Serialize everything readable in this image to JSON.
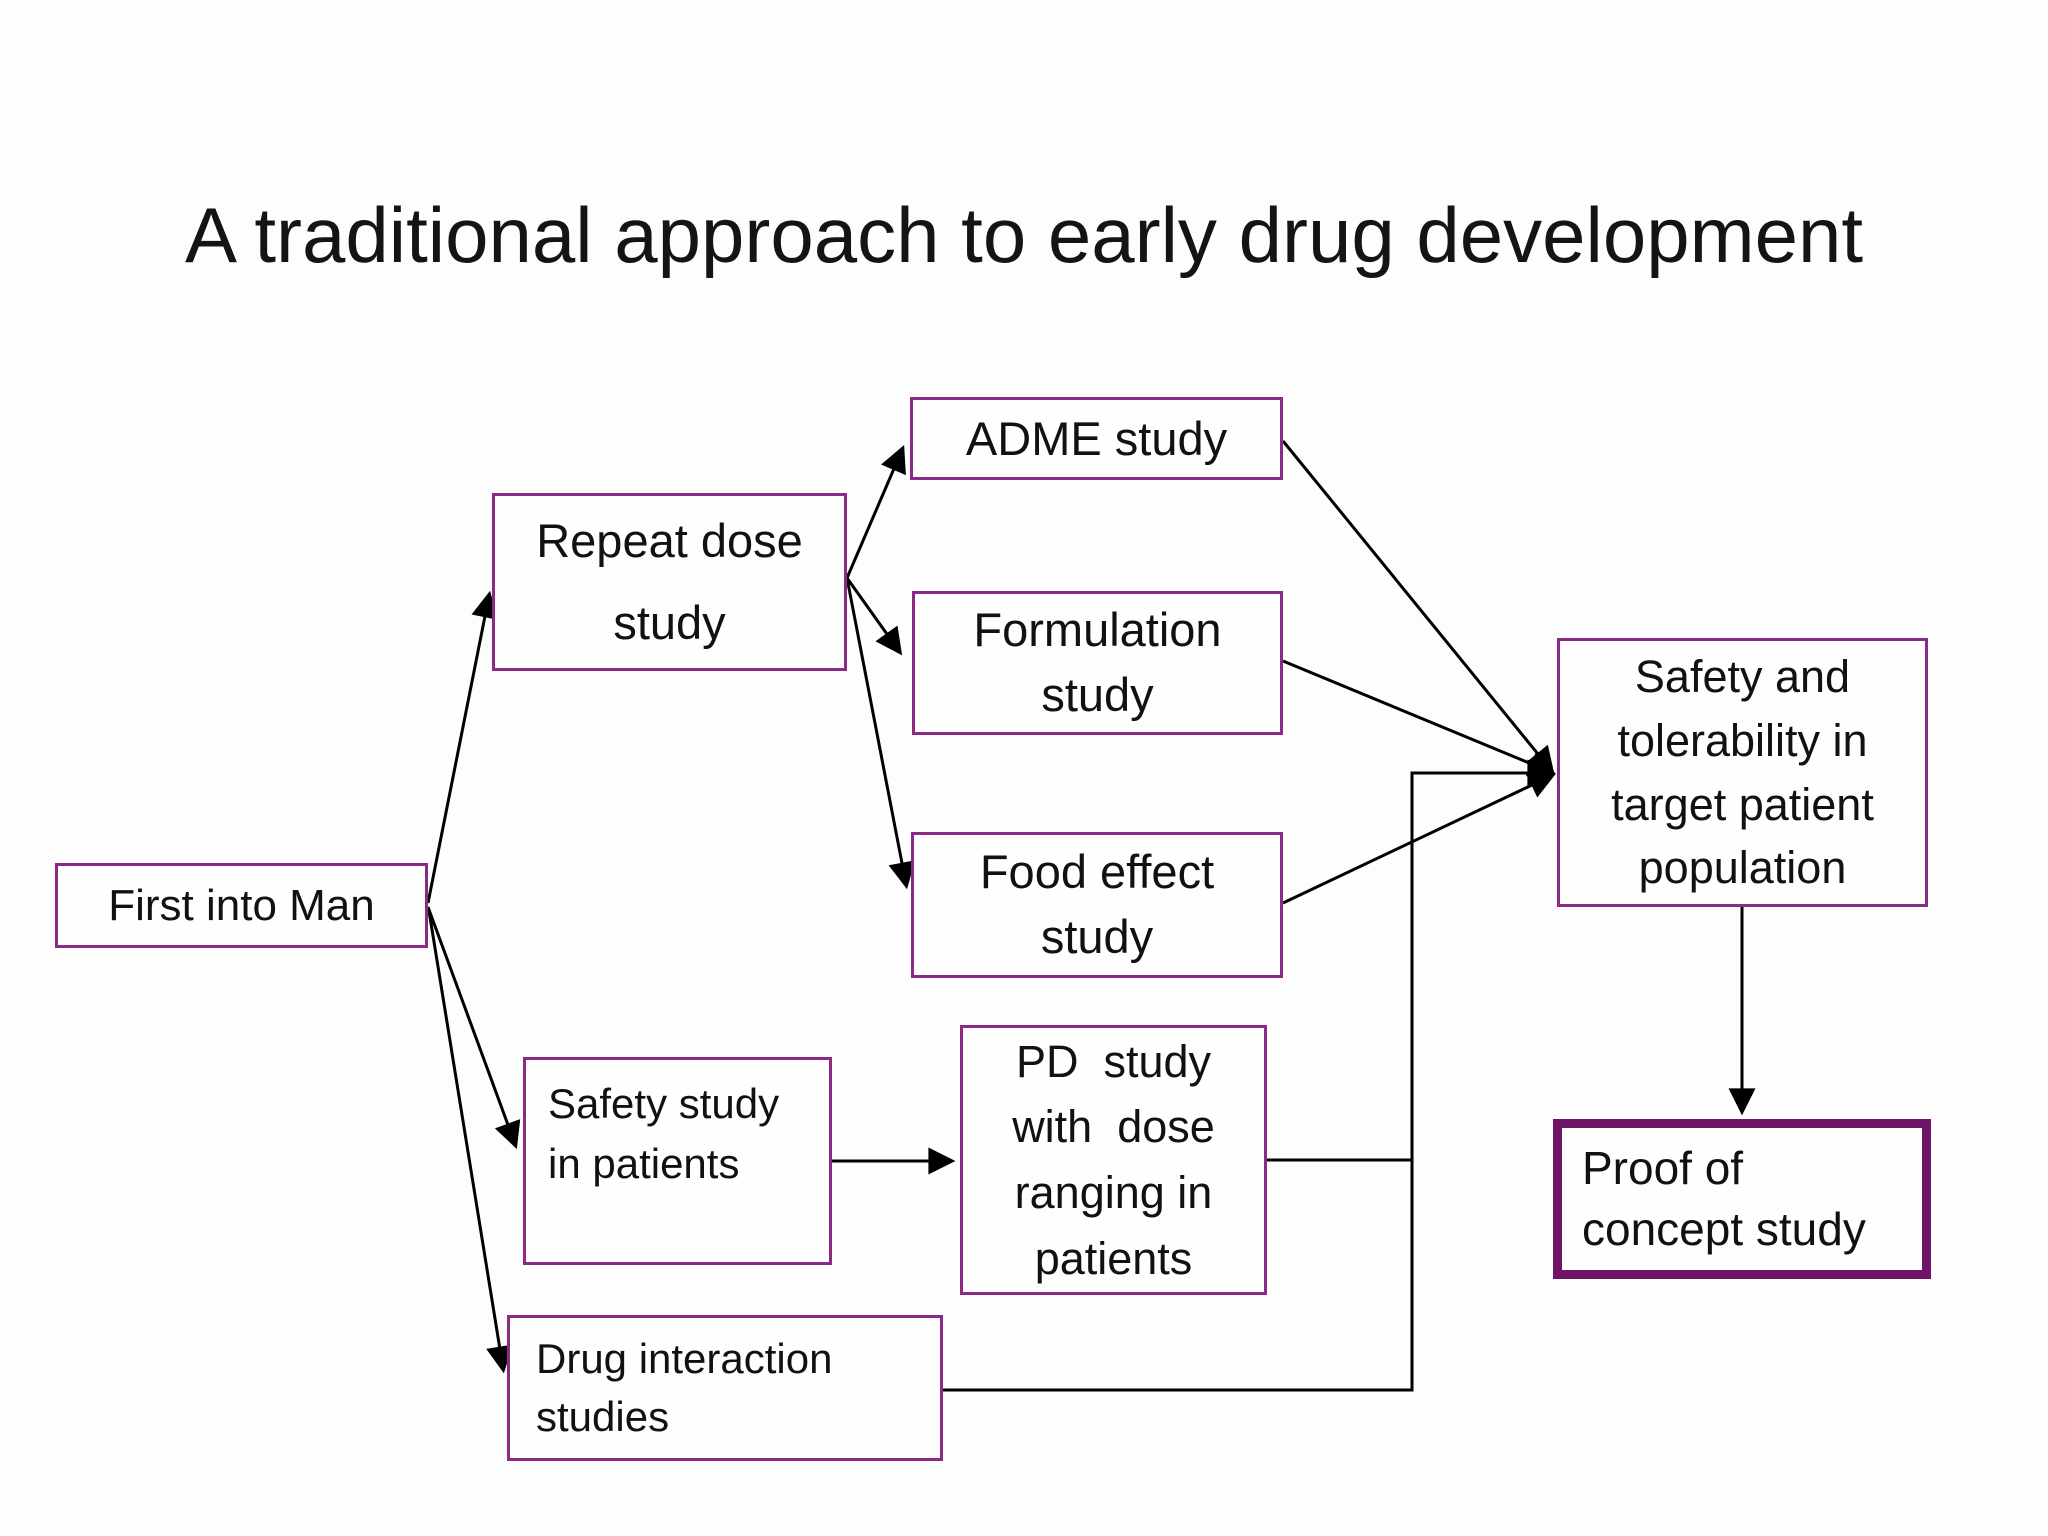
{
  "title": "A traditional approach to early drug development",
  "nodes": {
    "first_into_man": {
      "label": "First into Man"
    },
    "repeat_dose_study": {
      "line1": "Repeat dose",
      "line2": "study"
    },
    "adme_study": {
      "label": "ADME study"
    },
    "formulation_study": {
      "line1": "Formulation",
      "line2": "study"
    },
    "food_effect_study": {
      "line1": "Food effect",
      "line2": "study"
    },
    "safety_tolerability": {
      "line1": "Safety and",
      "line2": "tolerability in",
      "line3": "target patient",
      "line4": "population"
    },
    "safety_study_patients": {
      "line1": "Safety study",
      "line2": "in patients"
    },
    "pd_study": {
      "line1": "PD  study",
      "line2": "with  dose",
      "line3": "ranging in",
      "line4": "patients"
    },
    "drug_interaction_studies": {
      "line1": "Drug interaction",
      "line2": "studies"
    },
    "proof_of_concept": {
      "line1": "Proof of",
      "line2": "concept study"
    }
  },
  "edges": [
    {
      "from": "first-into-man",
      "to": "repeat-dose-study"
    },
    {
      "from": "first-into-man",
      "to": "safety-study-in-patients"
    },
    {
      "from": "first-into-man",
      "to": "drug-interaction-studies"
    },
    {
      "from": "repeat-dose-study",
      "to": "adme-study"
    },
    {
      "from": "repeat-dose-study",
      "to": "formulation-study"
    },
    {
      "from": "repeat-dose-study",
      "to": "food-effect-study"
    },
    {
      "from": "adme-study",
      "to": "safety-and-tolerability"
    },
    {
      "from": "formulation-study",
      "to": "safety-and-tolerability"
    },
    {
      "from": "food-effect-study",
      "to": "safety-and-tolerability"
    },
    {
      "from": "safety-study-in-patients",
      "to": "pd-study"
    },
    {
      "from": "pd-study",
      "to": "safety-and-tolerability"
    },
    {
      "from": "drug-interaction-studies",
      "to": "safety-and-tolerability"
    },
    {
      "from": "safety-and-tolerability",
      "to": "proof-of-concept-study"
    }
  ],
  "colors": {
    "box_border": "#8b2a85",
    "proof_border": "#6f1568",
    "arrow": "#000000",
    "text": "#111111",
    "background": "#fdfdfd"
  }
}
